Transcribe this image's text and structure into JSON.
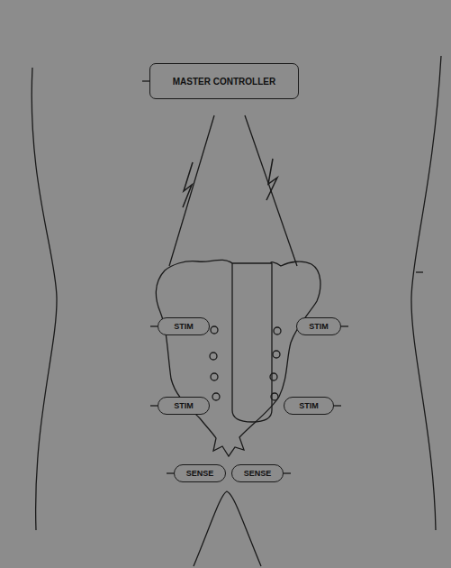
{
  "diagram": {
    "nodes": [
      {
        "text": [
          "MASTER CONTROLLER"
        ]
      },
      {
        "text": [
          "STIM"
        ]
      },
      {
        "text": [
          "STIM"
        ]
      },
      {
        "text": [
          "STIM"
        ]
      },
      {
        "text": [
          "STIM"
        ]
      },
      {
        "text": [
          "SENSE"
        ]
      },
      {
        "text": [
          "SENSE"
        ]
      }
    ]
  }
}
